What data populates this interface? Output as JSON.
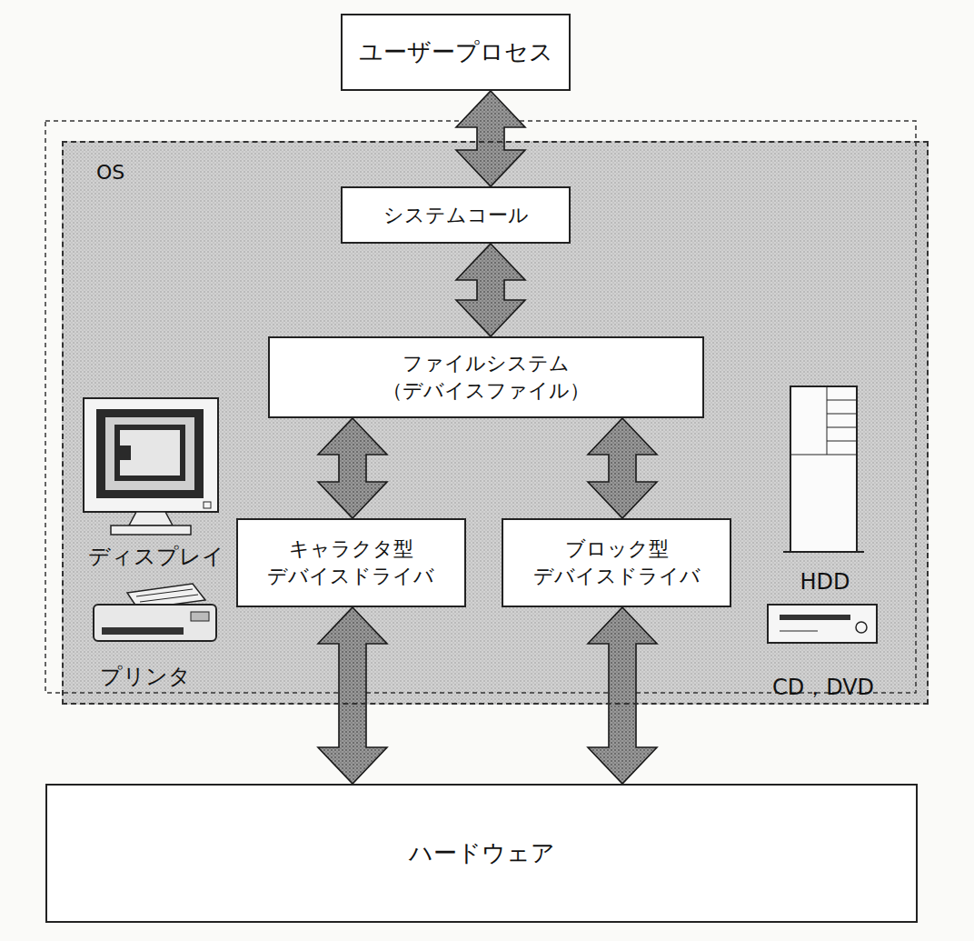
{
  "diagram": {
    "nodes": [
      {
        "text": [
          "ユーザープロセス"
        ]
      },
      {
        "text": [
          "OS"
        ]
      },
      {
        "text": [
          "システムコール"
        ],
        "in": 1
      },
      {
        "text": [
          "ファイルシステム （デバイスファイル）"
        ],
        "in": 1
      },
      {
        "text": [
          "キャラクタ型 デバイスドライバ"
        ],
        "in": 1
      },
      {
        "text": [
          "ブロック型 デバイスドライバ"
        ],
        "in": 1
      },
      {
        "text": [
          "ハードウェア"
        ]
      }
    ],
    "edges": [
      {
        "from": 0,
        "to": 2,
        "arrow": "both"
      },
      {
        "from": 2,
        "to": 3,
        "arrow": "both"
      },
      {
        "from": 3,
        "to": 4,
        "arrow": "both"
      },
      {
        "from": 3,
        "to": 5,
        "arrow": "both"
      },
      {
        "from": 4,
        "to": 6,
        "arrow": "both"
      },
      {
        "from": 5,
        "to": 6,
        "arrow": "both"
      }
    ],
    "labels": [
      "ディスプレイ",
      "プリンタ",
      "HDD",
      "CD，DVD"
    ]
  }
}
